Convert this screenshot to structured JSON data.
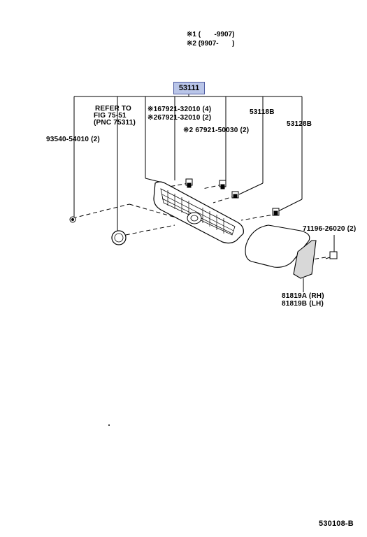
{
  "notes": {
    "line1": "※1 (       -9907)",
    "line2": "※2 (9907-       )"
  },
  "main_part": "53111",
  "refer": {
    "line1": "REFER TO",
    "line2": "FIG 75-51",
    "line3": "(PNC 75311)"
  },
  "callouts": {
    "c1": "※167921-32010 (4)",
    "c2": "※267921-32010 (2)",
    "c3": "※2 67921-50030 (2)",
    "p53118": "53118B",
    "p53128": "53128B",
    "p93540": "93540-54010 (2)",
    "p71196": "71196-26020 (2)",
    "p81819a": "81819A (RH)",
    "p81819b": "81819B (LH)"
  },
  "footer_code": "530108-B"
}
